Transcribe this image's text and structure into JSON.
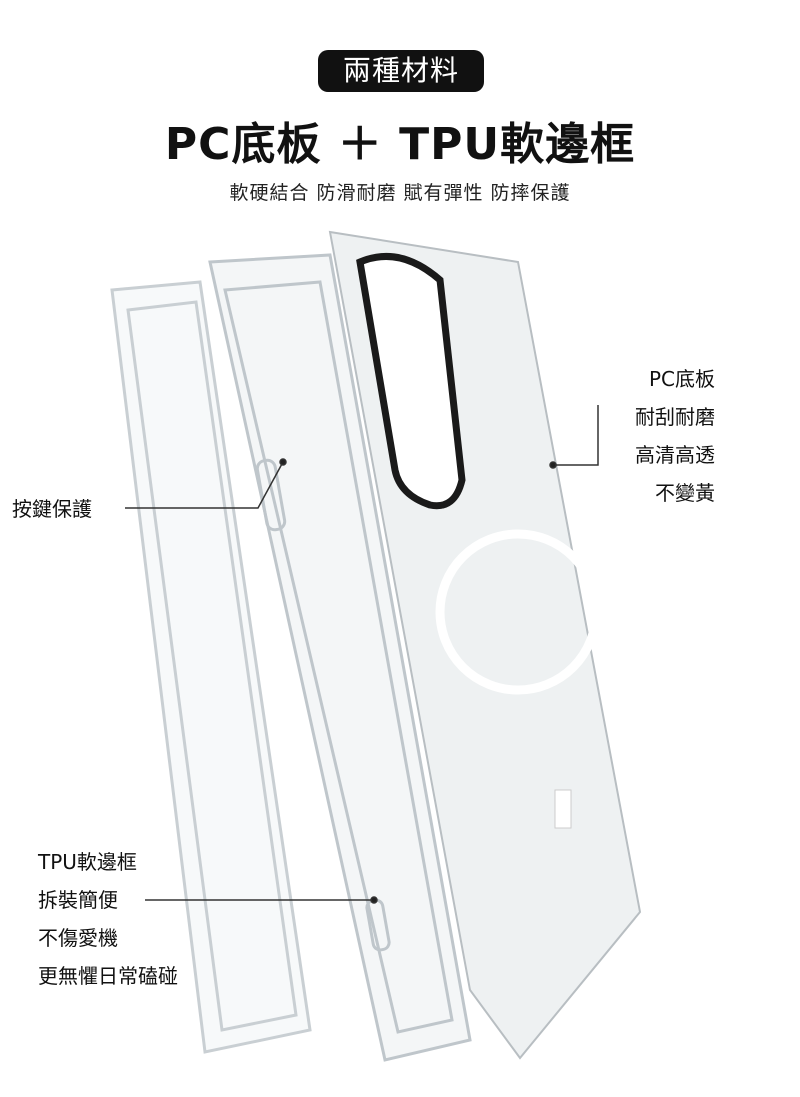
{
  "badge": "兩種材料",
  "title": "PC底板 ＋ TPU軟邊框",
  "subtitle": "軟硬結合 防滑耐磨 賦有彈性 防摔保護",
  "callouts": {
    "button_protection": "按鍵保護",
    "pc_plate": [
      "PC底板",
      "耐刮耐磨",
      "高清高透",
      "不變黃"
    ],
    "tpu_frame": [
      "TPU軟邊框",
      "拆裝簡便",
      "不傷愛機",
      "更無懼日常磕碰"
    ]
  }
}
